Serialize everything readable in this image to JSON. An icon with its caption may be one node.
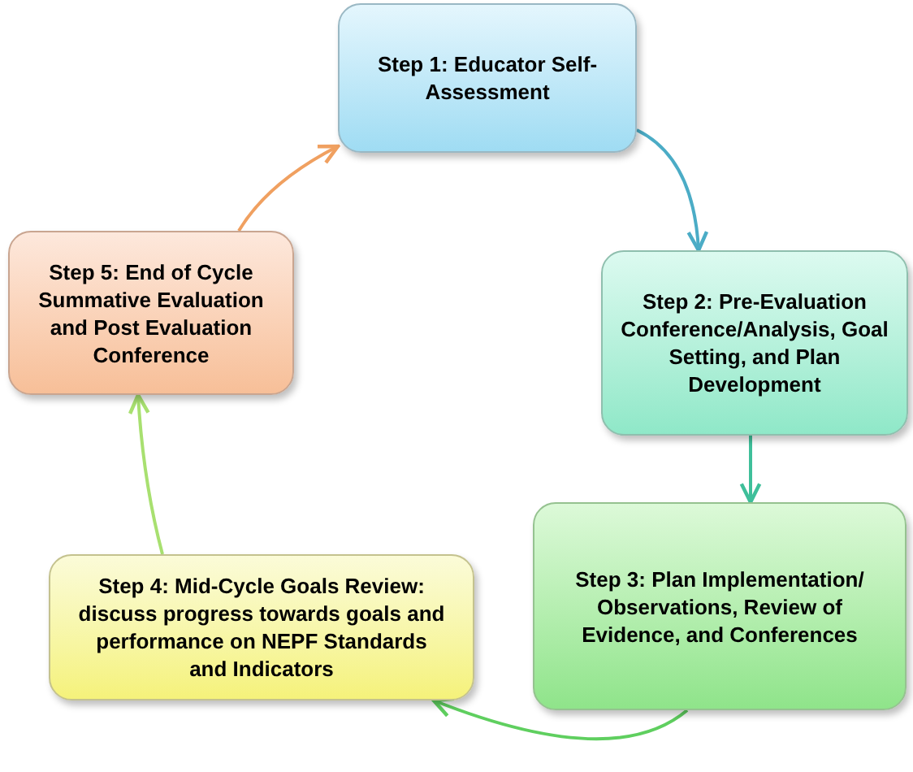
{
  "diagram": {
    "nodes": [
      {
        "text": [
          "Step 1: Educator Self-Assessment"
        ]
      },
      {
        "text": [
          "Step 2: Pre-Evaluation Conference/Analysis, Goal Setting, and Plan Development"
        ]
      },
      {
        "text": [
          "Step 3: Plan Implementation/ Observations, Review of Evidence, and Conferences"
        ]
      },
      {
        "text": [
          "Step 4: Mid-Cycle Goals Review: discuss progress towards goals and performance on NEPF Standards and Indicators"
        ]
      },
      {
        "text": [
          "Step 5: End of Cycle Summative Evaluation and Post Evaluation Conference"
        ]
      }
    ],
    "edges": [
      {
        "from": 0,
        "to": 1,
        "arrow": "to",
        "color": "#4bacc6"
      },
      {
        "from": 1,
        "to": 2,
        "arrow": "to",
        "color": "#3fbf9a"
      },
      {
        "from": 2,
        "to": 3,
        "arrow": "to",
        "color": "#5fcf5f"
      },
      {
        "from": 3,
        "to": 4,
        "arrow": "to",
        "color": "#a8e070"
      },
      {
        "from": 4,
        "to": 0,
        "arrow": "to",
        "color": "#f0a060"
      }
    ]
  }
}
